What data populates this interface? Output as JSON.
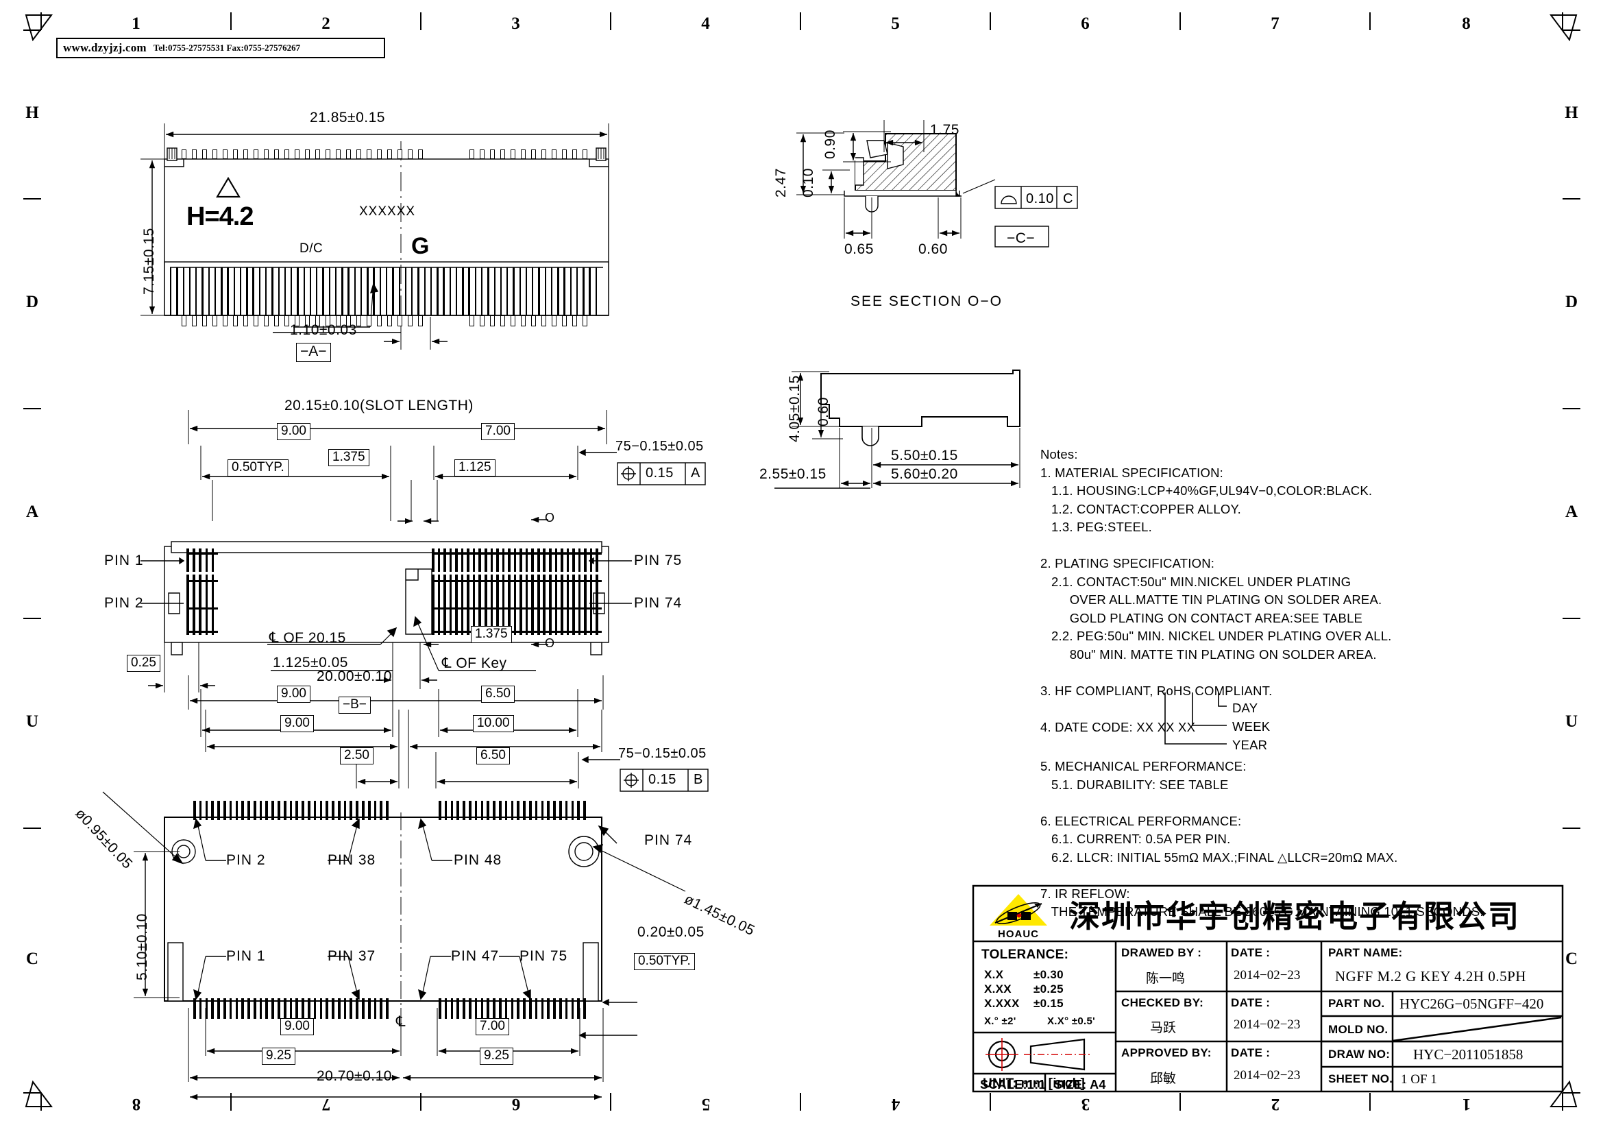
{
  "sheet": {
    "zone_columns_top": [
      "1",
      "2",
      "3",
      "4",
      "5",
      "6",
      "7",
      "8"
    ],
    "zone_columns_bottom": [
      "8",
      "7",
      "6",
      "5",
      "4",
      "3",
      "2",
      "1"
    ],
    "zone_rows_left": [
      "H",
      "D",
      "A",
      "U",
      "C"
    ],
    "zone_rows_right": [
      "H",
      "D",
      "A",
      "U",
      "C"
    ]
  },
  "banner": {
    "website": "www.dzyjzj.com",
    "contact": "Tel:0755-27575531  Fax:0755-27576267"
  },
  "view_front": {
    "width_dim": "21.85±0.15",
    "height_dim": "7.15±0.15",
    "height_mark": "H=4.2",
    "datecode_mark": "XXXXXX",
    "datecode_label": "D/C",
    "key_mark": "G",
    "key_width_dim": "1.10±0.03",
    "datum": "−A−",
    "triangle_symbol": "△"
  },
  "view_top": {
    "slot_length": "20.15±0.10(SLOT LENGTH)",
    "dim_9_00_a": "9.00",
    "dim_7_00": "7.00",
    "dim_050typ": "0.50TYP.",
    "dim_1375_a": "1.375",
    "dim_1125_a": "1.125",
    "pos_tol_title": "75−0.15±0.05",
    "pos_tol_value": "0.15",
    "pos_tol_datum": "A",
    "pin_1": "PIN 1",
    "pin_2": "PIN 2",
    "pin_75": "PIN 75",
    "pin_74": "PIN 74",
    "cl_of_2015": "℄ OF 20.15",
    "cl_of_key": "℄ OF Key",
    "dim_1125_b": "1.125±0.05",
    "dim_1375_b": "1.375",
    "dim_025": "0.25",
    "dim_9_00_b": "9.00",
    "dim_650": "6.50"
  },
  "view_bottom": {
    "overall_dim": "20.00±0.10",
    "datum": "−B−",
    "dim_9_00_a": "9.00",
    "dim_10_00": "10.00",
    "dim_250": "2.50",
    "dim_650": "6.50",
    "pos_tol_title": "75−0.15±0.05",
    "pos_tol_value": "0.15",
    "pos_tol_datum": "B",
    "hole_dia_1": "ø0.95±0.05",
    "hole_dia_2": "ø1.45±0.05",
    "dim_510": "5.10±0.10",
    "pin_2": "PIN 2",
    "pin_38": "PIN 38",
    "pin_48": "PIN 48",
    "pin_74": "PIN 74",
    "pin_1": "PIN 1",
    "pin_37": "PIN 37",
    "pin_47": "PIN 47",
    "pin_75": "PIN 75",
    "centerline": "℄",
    "dim_9_00_b": "9.00",
    "dim_7_00": "7.00",
    "dim_925_a": "9.25",
    "dim_925_b": "9.25",
    "dim_2070": "20.70±0.10",
    "dim_020": "0.20±0.05",
    "dim_050typ": "0.50TYP."
  },
  "view_section": {
    "title": "SEE SECTION O−O",
    "dim_090": "0.90",
    "dim_175": "1.75",
    "dim_247": "2.47",
    "dim_010": "0.10",
    "dim_065": "0.65",
    "dim_060": "0.60",
    "profile_tol_value": "0.10",
    "profile_tol_datum": "C",
    "datum": "−C−"
  },
  "view_side": {
    "dim_405": "4.05±0.15",
    "dim_060": "0.60",
    "dim_255": "2.55±0.15",
    "dim_550": "5.50±0.15",
    "dim_560": "5.60±0.20"
  },
  "notes": {
    "heading": "Notes:",
    "lines": [
      "1. MATERIAL SPECIFICATION:",
      "   1.1. HOUSING:LCP+40%GF,UL94V−0,COLOR:BLACK.",
      "   1.2. CONTACT:COPPER ALLOY.",
      "   1.3. PEG:STEEL.",
      "",
      "2. PLATING SPECIFICATION:",
      "   2.1. CONTACT:50u\" MIN.NICKEL UNDER PLATING",
      "        OVER ALL.MATTE TIN PLATING ON SOLDER AREA.",
      "        GOLD PLATING ON CONTACT AREA:SEE TABLE",
      "   2.2. PEG:50u\" MIN. NICKEL UNDER PLATING OVER ALL.",
      "        80u\" MIN. MATTE TIN PLATING ON SOLDER AREA.",
      "",
      "3. HF COMPLIANT, RoHS COMPLIANT.",
      "",
      "4. DATE CODE: XX XX XX"
    ],
    "datecode_day": "DAY",
    "datecode_week": "WEEK",
    "datecode_year": "YEAR",
    "lines2": [
      "5. MECHANICAL PERFORMANCE:",
      "   5.1. DURABILITY: SEE TABLE",
      "",
      "6. ELECTRICAL PERFORMANCE:",
      "   6.1. CURRENT: 0.5A PER PIN.",
      "   6.2. LLCR: INITIAL 55mΩ MAX.;FINAL △LLCR=20mΩ MAX.",
      "",
      "7. IR REFLOW:",
      "   THE TEMPERATURE SHALL BE 260±5'C MAINTAINING 10±1 SECONDS."
    ]
  },
  "title_block": {
    "logo_text": "HOAUC",
    "logo_color": "#FFE800",
    "company_name": "深圳市华宇创精密电子有限公司",
    "tolerance_heading": "TOLERANCE:",
    "tolerance_rows": [
      {
        "key": "X.X",
        "val": "±0.30"
      },
      {
        "key": "X.XX",
        "val": "±0.25"
      },
      {
        "key": "X.XXX",
        "val": "±0.15"
      }
    ],
    "angle_tol_1": "X.°  ±2'",
    "angle_tol_2": "X.X°  ±0.5'",
    "unit_label": "UNIT:  mm  [inch]",
    "scale_label": "SCALE:1:1",
    "size_label": "SIZE: A4",
    "drawed_by_label": "DRAWED BY :",
    "drawed_by_value": "陈一鸣",
    "drawed_date_label": "DATE :",
    "drawed_date_value": "2014−02−23",
    "checked_by_label": "CHECKED BY:",
    "checked_by_value": "马跃",
    "checked_date_label": "DATE :",
    "checked_date_value": "2014−02−23",
    "approved_by_label": "APPROVED BY:",
    "approved_by_value": "邱敏",
    "approved_date_label": "DATE :",
    "approved_date_value": "2014−02−23",
    "part_name_label": "PART NAME:",
    "part_name_value": "NGFF M.2 G KEY 4.2H 0.5PH",
    "part_no_label": "PART NO.",
    "part_no_value": "HYC26G−05NGFF−420",
    "mold_no_label": "MOLD NO.",
    "mold_no_value": "",
    "draw_no_label": "DRAW NO:",
    "draw_no_value": "HYC−2011051858",
    "sheet_no_label": "SHEET NO.",
    "sheet_no_value": "1 OF 1"
  }
}
